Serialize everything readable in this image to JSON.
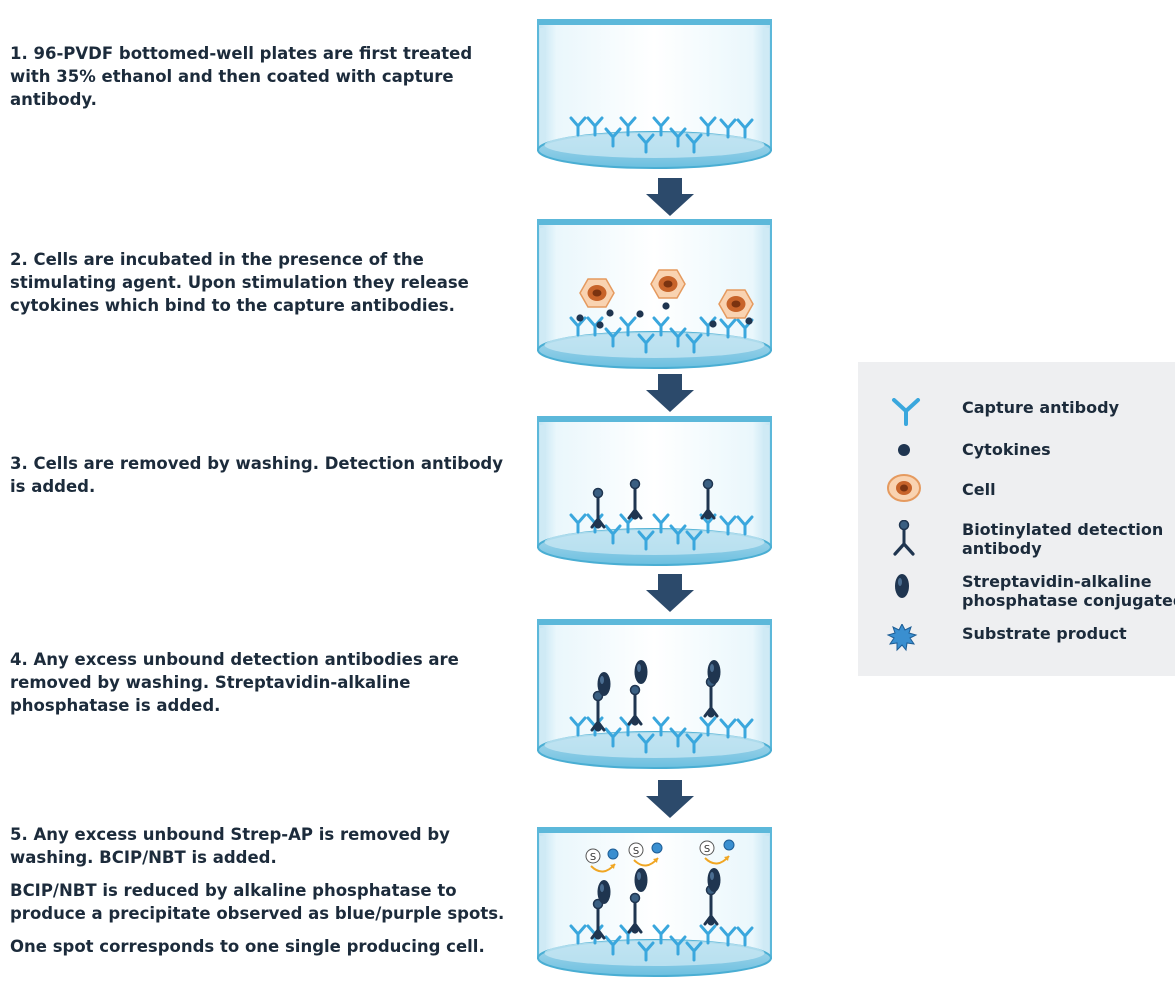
{
  "steps": [
    {
      "number": "1",
      "lines": [
        "1. 96-PVDF bottomed-well plates are first treated with 35% ethanol and then coated with capture antibody."
      ]
    },
    {
      "number": "2",
      "lines": [
        "2. Cells are incubated in the presence of the stimulating agent. Upon stimulation they release cytokines which bind to the capture antibodies."
      ]
    },
    {
      "number": "3",
      "lines": [
        "3. Cells are removed by washing. Detection antibody is added."
      ]
    },
    {
      "number": "4",
      "lines": [
        "4. Any excess unbound detection antibodies are removed by washing. Streptavidin-alkaline phosphatase is added."
      ]
    },
    {
      "number": "5",
      "lines": [
        "5. Any excess unbound Strep-AP is removed by washing. BCIP/NBT is added.",
        "BCIP/NBT is reduced by alkaline phosphatase to produce a precipitate observed as blue/purple spots.",
        "One spot corresponds to one single producing cell."
      ]
    }
  ],
  "legend": {
    "capture_antibody": "Capture antibody",
    "cytokines": "Cytokines",
    "cell": "Cell",
    "detection_antibody": "Biotinylated detection antibody",
    "strep_ap": "Streptavidin-alkaline phosphatase conjugated",
    "substrate_product": "Substrate product",
    "substrate_symbol": "S"
  },
  "colors": {
    "well_fill": "#d7eef7",
    "well_rim": "#5cb8da",
    "antibody": "#3aa7dd",
    "dark_navy": "#1f3550",
    "arrow": "#2c4a6b",
    "cell_outer": "#f7c9a3",
    "cell_nucleus": "#b5541e",
    "substrate": "#3a8fd0",
    "legend_bg": "#eeeff1"
  }
}
